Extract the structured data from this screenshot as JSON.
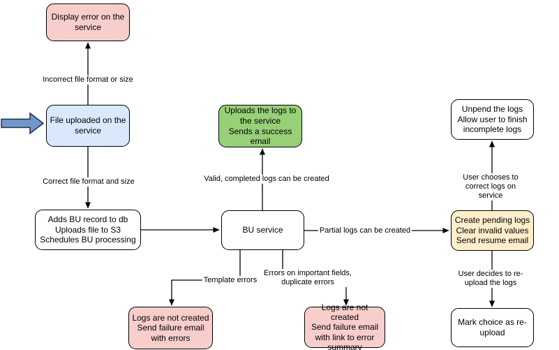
{
  "palette": {
    "node_pink": "#f8cecc",
    "node_blue": "#dae8fc",
    "node_green": "#97d077",
    "node_yellow": "#ffeecb",
    "node_white": "#ffffff",
    "edge_stroke": "#000000",
    "pointer_blue": "#7396c8"
  },
  "nodes": {
    "display_error": {
      "text": "Display error on the\nservice"
    },
    "file_uploaded": {
      "text": "File uploaded on the\nservice"
    },
    "adds_bu": {
      "text": "Adds BU record to db\nUploads file to S3\nSchedules BU processing"
    },
    "bu_service": {
      "text": "BU service"
    },
    "uploads_logs": {
      "text": "Uploads the logs to\nthe service\nSends a success\nemail"
    },
    "unpend": {
      "text": "Unpend the logs\nAllow user to finish\nincomplete logs"
    },
    "create_pending": {
      "text": "Create pending logs\nClear invalid values\nSend resume email"
    },
    "mark_choice": {
      "text": "Mark choice as re-\nupload"
    },
    "logs_errors": {
      "text": "Logs are not created\nSend failure email\nwith errors"
    },
    "logs_summary": {
      "text": "Logs are not created\nSend failure email\nwith link to error\nsummary"
    }
  },
  "edge_labels": {
    "incorrect": "Incorrect file format or size",
    "correct": "Correct file format and size",
    "valid": "Valid, completed logs can be created",
    "partial": "Partial logs can be created",
    "template": "Template errors",
    "err_fields": "Errors on important fields,\nduplicate errors",
    "user_correct": "User chooses to correct logs on service",
    "user_reupload": "User decides to re-upload the logs"
  }
}
